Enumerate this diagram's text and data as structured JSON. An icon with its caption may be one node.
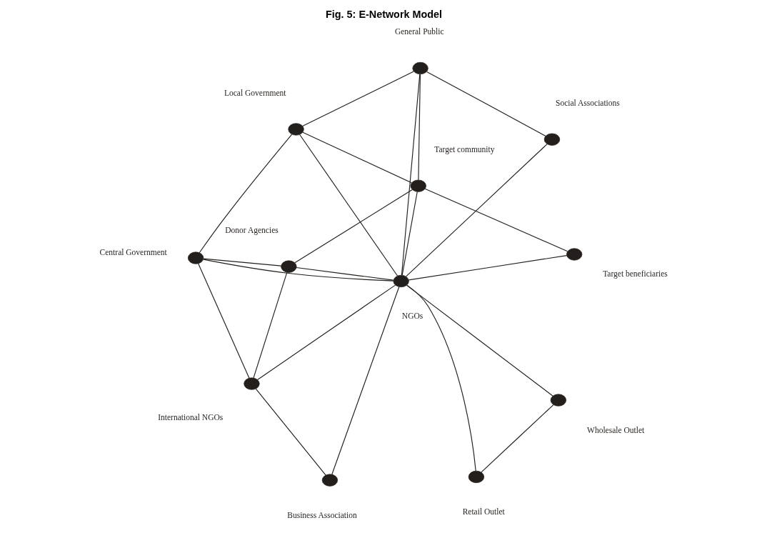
{
  "diagram": {
    "title": "Fig. 5: E-Network Model",
    "nodes": [
      {
        "text": [],
        "shape": "circle",
        "beside": [
          "Local Government"
        ]
      },
      {
        "text": [],
        "shape": "circle",
        "beside": [
          "Central Government"
        ]
      },
      {
        "text": [],
        "shape": "circle",
        "beside": [
          "Target community"
        ]
      },
      {
        "text": [],
        "shape": "circle",
        "beside": [
          "Retail Outlet"
        ]
      },
      {
        "text": [],
        "shape": "circle",
        "beside": [
          "Target beneficiaries"
        ]
      },
      {
        "text": [],
        "shape": "circle",
        "beside": [
          "NGOs"
        ]
      },
      {
        "text": [],
        "shape": "circle",
        "beside": [
          "Wholesale Outlet"
        ]
      },
      {
        "text": [],
        "shape": "circle",
        "beside": [
          "Social Associations"
        ]
      },
      {
        "text": [],
        "shape": "circle",
        "beside": [
          "Business Association"
        ]
      },
      {
        "text": [],
        "shape": "circle",
        "beside": [
          "General Public"
        ]
      },
      {
        "text": [],
        "shape": "circle",
        "beside": [
          "International NGOs"
        ]
      },
      {
        "text": [],
        "shape": "circle",
        "beside": [
          "Donor Agencies"
        ]
      }
    ],
    "edges": [
      {
        "from": 0,
        "to": 1,
        "arrow": "none"
      },
      {
        "from": 0,
        "to": 2,
        "arrow": "none"
      },
      {
        "from": 0,
        "to": 5,
        "arrow": "none"
      },
      {
        "from": 0,
        "to": 9,
        "arrow": "none"
      },
      {
        "from": 1,
        "to": 5,
        "arrow": "none"
      },
      {
        "from": 1,
        "to": 11,
        "arrow": "none"
      },
      {
        "from": 1,
        "to": 10,
        "arrow": "none"
      },
      {
        "from": 2,
        "to": 4,
        "arrow": "none"
      },
      {
        "from": 2,
        "to": 5,
        "arrow": "none"
      },
      {
        "from": 2,
        "to": 9,
        "arrow": "none"
      },
      {
        "from": 2,
        "to": 11,
        "arrow": "none"
      },
      {
        "from": 3,
        "to": 5,
        "arrow": "none"
      },
      {
        "from": 3,
        "to": 6,
        "arrow": "none"
      },
      {
        "from": 4,
        "to": 5,
        "arrow": "none"
      },
      {
        "from": 5,
        "to": 6,
        "arrow": "none"
      },
      {
        "from": 5,
        "to": 7,
        "arrow": "none"
      },
      {
        "from": 5,
        "to": 8,
        "arrow": "none"
      },
      {
        "from": 5,
        "to": 9,
        "arrow": "none"
      },
      {
        "from": 5,
        "to": 10,
        "arrow": "none"
      },
      {
        "from": 5,
        "to": 11,
        "arrow": "none"
      },
      {
        "from": 7,
        "to": 9,
        "arrow": "none"
      },
      {
        "from": 8,
        "to": 10,
        "arrow": "none"
      },
      {
        "from": 10,
        "to": 11,
        "arrow": "none"
      }
    ]
  }
}
